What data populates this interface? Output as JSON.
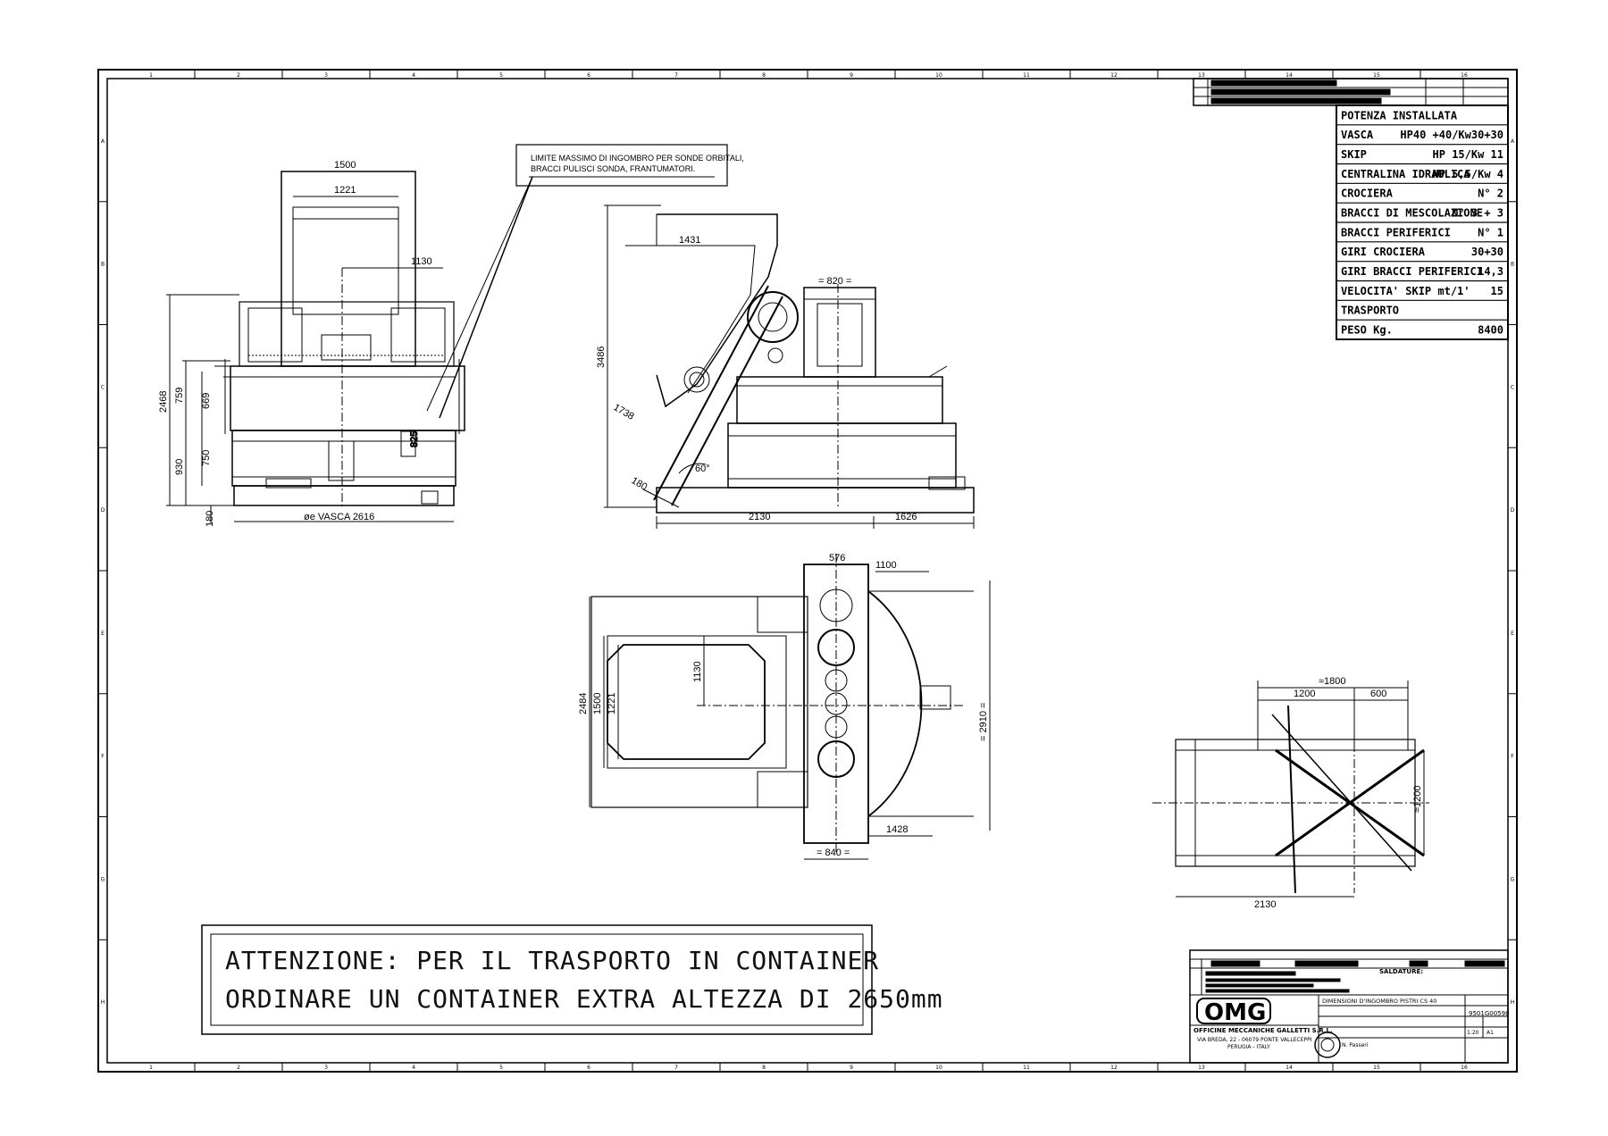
{
  "note_box": {
    "line1": "LIMITE MASSIMO DI INGOMBRO PER SONDE ORBITALI,",
    "line2": "BRACCI PULISCI SONDA, FRANTUMATORI."
  },
  "front_view": {
    "top_width": "1500",
    "hopper_width": "1221",
    "right_offset": "1130",
    "total_height": "2468",
    "upper_height": "759",
    "mid_height": "669",
    "lower_height": "930",
    "base_height": "750",
    "foot_height": "180",
    "tank_diameter": "øe VASCA 2616",
    "label_825": "825"
  },
  "side_view": {
    "hopper_width": "1431",
    "height": "3486",
    "skip_length": "1738",
    "angle": "60°",
    "foot": "180",
    "motor_width": "= 820 =",
    "base_left": "2130",
    "base_right": "1626"
  },
  "plan_view": {
    "top_576": "576",
    "top_1100": "1100",
    "height_2484": "2484",
    "height_1500": "1500",
    "height_1221": "1221",
    "inner_1130": "1130",
    "right_2910": "= 2910 =",
    "bottom_1428": "1428",
    "bottom_840": "= 840 ="
  },
  "crosspiece_view": {
    "overall": "≈1800",
    "left": "1200",
    "right": "600",
    "height": "≈1200",
    "bottom": "2130"
  },
  "spec_table": {
    "rows": [
      {
        "label": "POTENZA INSTALLATA",
        "value": ""
      },
      {
        "label": "VASCA",
        "value": "HP40 +40/Kw30+30"
      },
      {
        "label": "SKIP",
        "value": "HP 15/Kw 11"
      },
      {
        "label": "CENTRALINA IDRAULICA",
        "value": "HP 5,5/Kw 4"
      },
      {
        "label": "CROCIERA",
        "value": "N° 2"
      },
      {
        "label": "BRACCI DI MESCOLAZIONE",
        "value": "N° 3 + 3"
      },
      {
        "label": "BRACCI PERIFERICI",
        "value": "N° 1"
      },
      {
        "label": "GIRI CROCIERA",
        "value": "30+30"
      },
      {
        "label": "GIRI BRACCI PERIFERICI",
        "value": "14,3"
      },
      {
        "label": "VELOCITA' SKIP  mt/1'",
        "value": "15"
      },
      {
        "label": "TRASPORTO",
        "value": ""
      },
      {
        "label": "PESO          Kg.",
        "value": "8400"
      }
    ]
  },
  "warning": {
    "line1": "ATTENZIONE: PER IL TRASPORTO IN CONTAINER",
    "line2": "ORDINARE UN CONTAINER EXTRA ALTEZZA DI 2650mm"
  },
  "title_block": {
    "logo": "OMG",
    "company": "OFFICINE MECCANICHE GALLETTI S.R.L.",
    "address1": "VIA BREDA, 22 - 06079 PONTE VALLECEPPI",
    "address2": "PERUGIA - ITALY",
    "drawing_title": "DIMENSIONI D'INGOMBRO PISTRI CS 40",
    "drawing_number": "9501G00598",
    "weld_heading": "SALDATURE:",
    "author": "N. Passeri",
    "scale": "1:20",
    "sheet": "A1"
  },
  "border": {
    "col_numbers": [
      "1",
      "2",
      "3",
      "4",
      "5",
      "6",
      "7",
      "8",
      "9",
      "10",
      "11",
      "12",
      "13",
      "14",
      "15",
      "16"
    ],
    "row_letters": [
      "A",
      "B",
      "C",
      "D",
      "E",
      "F",
      "G",
      "H"
    ]
  }
}
